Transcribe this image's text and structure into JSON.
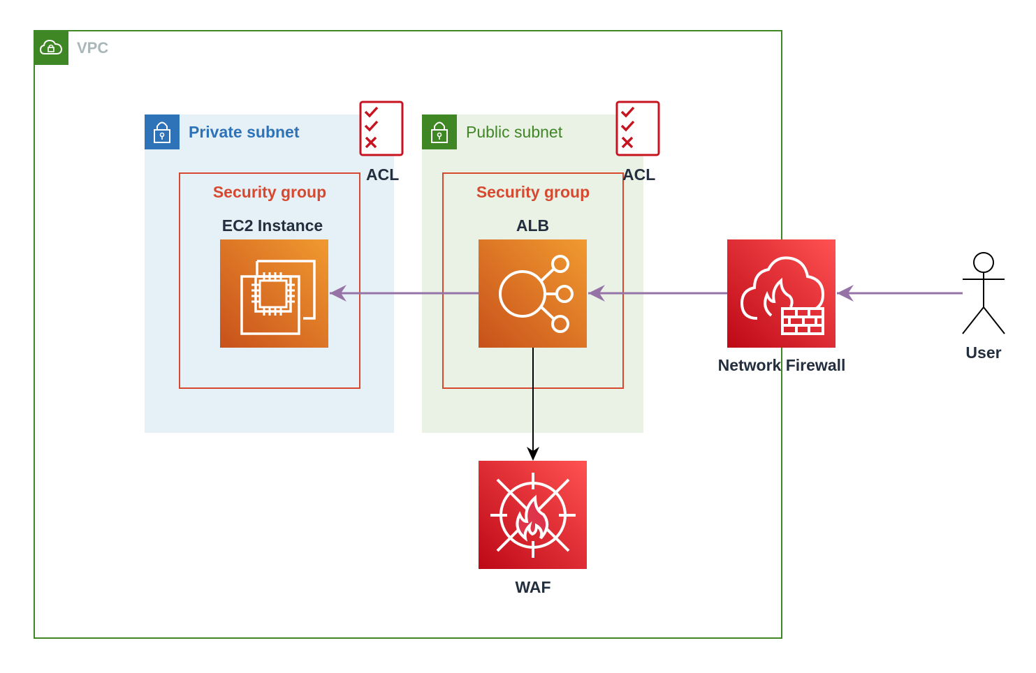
{
  "vpc": {
    "label": "VPC"
  },
  "private_subnet": {
    "label": "Private subnet"
  },
  "public_subnet": {
    "label": "Public subnet"
  },
  "security_groups": [
    {
      "label": "Security group"
    },
    {
      "label": "Security group"
    }
  ],
  "acls": [
    {
      "label": "ACL"
    },
    {
      "label": "ACL"
    }
  ],
  "resources": {
    "ec2": {
      "label": "EC2 Instance"
    },
    "alb": {
      "label": "ALB"
    },
    "network_firewall": {
      "label": "Network Firewall"
    },
    "waf": {
      "label": "WAF"
    },
    "user": {
      "label": "User"
    }
  },
  "colors": {
    "vpc": "#3f8624",
    "private_subnet": "#2e73b8",
    "public_subnet": "#3f8624",
    "security_group": "#d6492f",
    "compute": "#f19a30",
    "security": "#dd344c",
    "flow_arrow": "#9673a6",
    "waf_arrow": "#000000"
  }
}
